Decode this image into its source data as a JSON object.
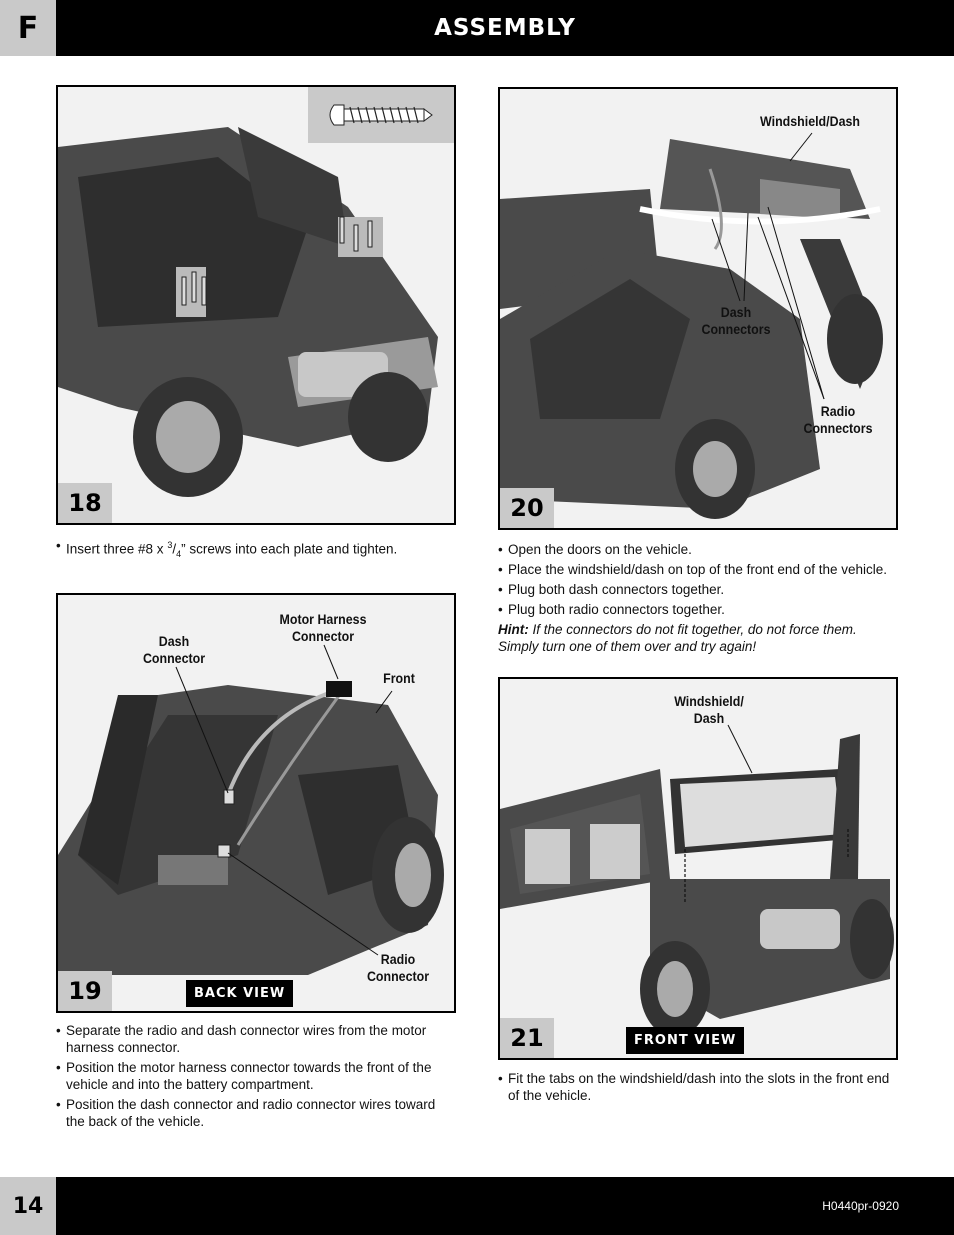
{
  "header": {
    "section_letter": "F",
    "title": "ASSEMBLY"
  },
  "footer": {
    "page_number": "14",
    "doc_code": "H0440pr-0920"
  },
  "steps": [
    {
      "number": "18",
      "instructions": [
        "Insert three #8 x 3/4\" screws into each plate and tighten."
      ],
      "callouts": []
    },
    {
      "number": "19",
      "view_label": "BACK VIEW",
      "callouts": {
        "dash_connector": "Dash Connector",
        "motor_harness_connector": "Motor Harness Connector",
        "front": "Front",
        "radio_connector": "Radio Connector"
      },
      "instructions": [
        "Separate the radio and dash connector wires from the motor harness connector.",
        "Position the motor harness connector towards the front of the vehicle and into the battery compartment.",
        "Position the dash connector and radio connector wires toward the back of the vehicle."
      ]
    },
    {
      "number": "20",
      "callouts": {
        "windshield_dash": "Windshield/Dash",
        "dash_connectors": "Dash Connectors",
        "radio_connectors": "Radio Connectors"
      },
      "instructions": [
        "Open the doors on the vehicle.",
        "Place the windshield/dash on top of the front end of the vehicle.",
        "Plug both dash connectors together.",
        "Plug both radio connectors together."
      ],
      "hint_label": "Hint:",
      "hint_text": "If the connectors do not fit together, do not force them. Simply turn one of them over and try again!"
    },
    {
      "number": "21",
      "view_label": "FRONT VIEW",
      "callouts": {
        "windshield_dash": "Windshield/ Dash"
      },
      "instructions": [
        "Fit the tabs on the windshield/dash into the slots in the front end of the vehicle."
      ]
    }
  ]
}
